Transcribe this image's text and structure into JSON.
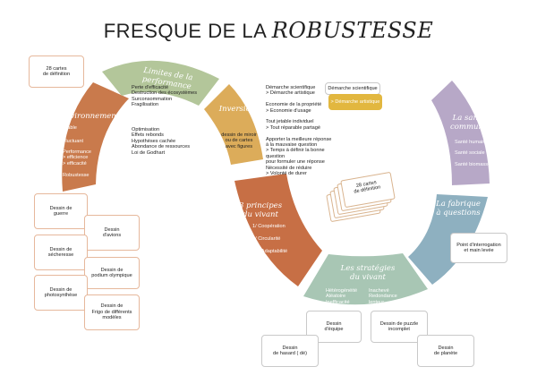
{
  "title": {
    "part1": "FRESQUE DE LA ",
    "part2": "ROBUSTESSE"
  },
  "colors": {
    "environnement": "#c97a4c",
    "limites": "#b3c69a",
    "inversion": "#dcac5a",
    "sante": "#b7a8c7",
    "fabrique": "#8eb0c0",
    "strategies": "#a8c6b4",
    "principes": "#c76f45",
    "yellow_box": "#e2b73f"
  },
  "environnement": {
    "title": "Environnement",
    "items": [
      "Stable",
      "Fluctuant",
      "Performance\n> efficience\n> efficacité",
      "Robustesse"
    ]
  },
  "limites": {
    "title": "Limites de la performance",
    "items": "Perte d'efficacité\nDestruction des écosystèmes\nSurconsommation\nFragilisation",
    "items2": "Optimisation\nEffets rebonds\nHypothèses cachée\nAbondance de ressources\nLoi de Godhart"
  },
  "inversion": {
    "title": "Inversion",
    "body": "dessin de miroir\nou de cartes\navec figures",
    "list": "Démarche scientifique\n> Démarche artistique\n\nEconomie de la propriété\n> Economie d'usage\n\nTout jetable individuel\n> Tout réparable partagé\n\nApporter la meilleure réponse\nà la mauvaise question\n> Temps à définir la bonne question\npour formuler une réponse\nNécessité de réduire\n> Volonté de durer",
    "box_top": "Démarche scientifique",
    "box_yellow": "> Démarche artistique"
  },
  "sante": {
    "title": "La santé\ncommune",
    "items": [
      "Santé humaine",
      "Santé sociale",
      "Santé biomasse"
    ]
  },
  "fabrique": {
    "title": "La fabrique\nà questions",
    "box": "Point d'interrogation\net main levée"
  },
  "strategies": {
    "title": "Les stratégies\ndu vivant",
    "col1": "Hétérogénéité\nAléatoire\nInefficacité",
    "col2": "Inachevé\nRedondance\nlenteur"
  },
  "principes": {
    "title": "3 principes\ndu vivant",
    "items": [
      "1/ Coopération",
      "2/ Circularité",
      "3/ Adaptabilité"
    ]
  },
  "cards_top_left": "28 cartes\nde définition",
  "cards_stack": "28 cartes\nde définition",
  "drawings_left": [
    "Dessin de\nguerre",
    "Dessin\nd'avions",
    "Dessin de\nsécheresse",
    "Dessin de\npodium olympique",
    "Dessin de\nphotosynthèse",
    "Dessin de\nFrigo de différents\nmodèles"
  ],
  "drawings_bottom": [
    "Dessin\nd'équipe",
    "Dessin de puzzle\nincomplet",
    "Dessin\nde hasard ( dé)",
    "Dessin\nde planète"
  ]
}
